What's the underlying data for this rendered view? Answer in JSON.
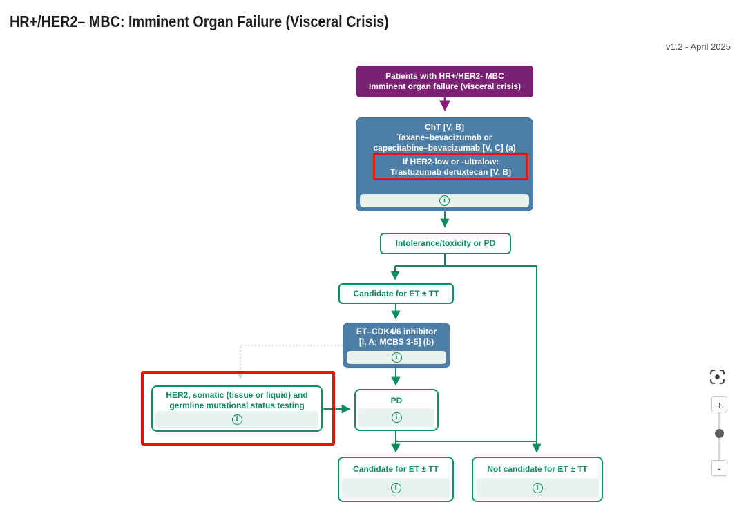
{
  "page": {
    "title": "HR+/HER2– MBC: Imminent Organ Failure (Visceral Crisis)",
    "version": "v1.2 - April 2025"
  },
  "colors": {
    "purple": "#7b2173",
    "blue": "#4d7ea8",
    "green": "#0a8c5e",
    "light_green_bar": "#e8f3ed",
    "highlight_red": "#e81309"
  },
  "flowchart": {
    "info_icon_glyph": "i",
    "nodes": {
      "patients": {
        "line1": "Patients with HR+/HER2- MBC",
        "line2": "Imminent organ failure (visceral crisis)"
      },
      "cht": {
        "line1": "ChT [V, B]",
        "line2": "Taxane–bevacizumab or",
        "line3": "capecitabine–bevacizumab [V, C] (a)",
        "highlight_line1": "If HER2-low or -ultralow:",
        "highlight_line2": "Trastuzumab deruxtecan [V, B]"
      },
      "intolerance": {
        "label": "Intolerance/toxicity or PD"
      },
      "candidate_mid": {
        "label": "Candidate for ET ± TT"
      },
      "et_cdk46": {
        "line1": "ET–CDK4/6 inhibitor",
        "line2": "[I, A; MCBS 3-5] (b)"
      },
      "her2_testing": {
        "line1": "HER2, somatic (tissue or liquid) and",
        "line2": "germline mutational status testing"
      },
      "pd": {
        "label": "PD"
      },
      "candidate_bottom": {
        "label": "Candidate for ET ± TT"
      },
      "not_candidate": {
        "label": "Not candidate for ET ± TT"
      }
    }
  },
  "zoom_controls": {
    "zoom_in_label": "+",
    "zoom_out_label": "-"
  }
}
